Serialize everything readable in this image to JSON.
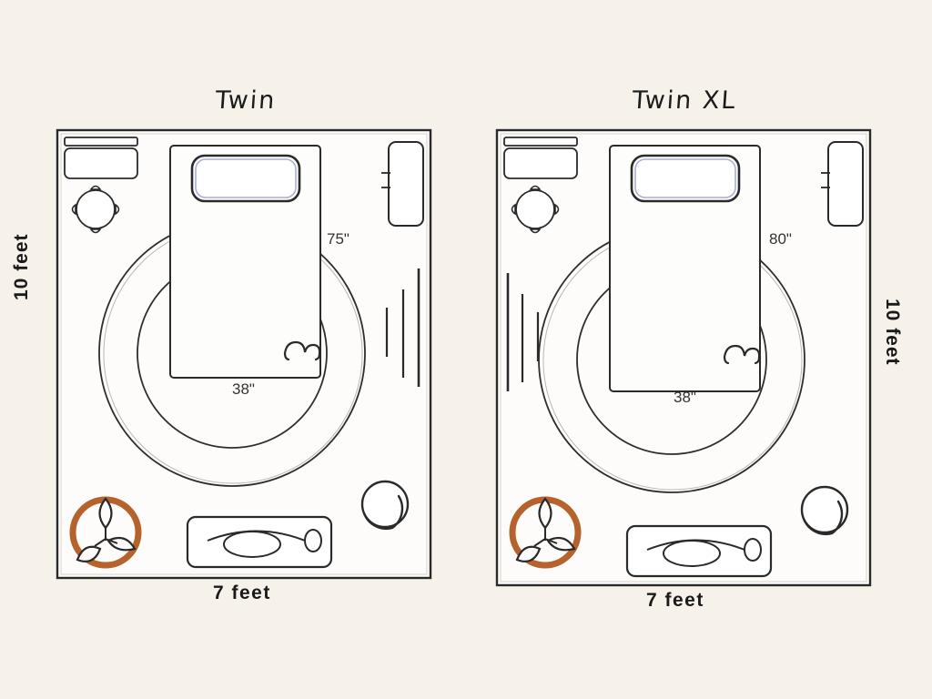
{
  "page": {
    "background_color": "#f6f2e9",
    "ink_color": "#222222",
    "accent_color": "#b5622c",
    "pillow_color": "#a9aed6"
  },
  "rooms": [
    {
      "id": "twin",
      "title": "Twin",
      "bed_length_label": "75\"",
      "bed_width_label": "38\"",
      "room_depth_label": "10 feet",
      "room_width_label": "7 feet",
      "furniture": [
        "dresser",
        "round-table",
        "wardrobe",
        "window-blinds",
        "area-rug",
        "plant-logo",
        "vanity-sink",
        "round-chair",
        "bed",
        "pillow"
      ]
    },
    {
      "id": "twin-xl",
      "title": "Twin XL",
      "bed_length_label": "80\"",
      "bed_width_label": "38\"",
      "room_depth_label": "10 feet",
      "room_width_label": "7 feet",
      "furniture": [
        "dresser",
        "round-table",
        "wardrobe",
        "window-blinds",
        "area-rug",
        "plant-logo",
        "vanity-sink",
        "round-chair",
        "bed",
        "pillow"
      ]
    }
  ]
}
